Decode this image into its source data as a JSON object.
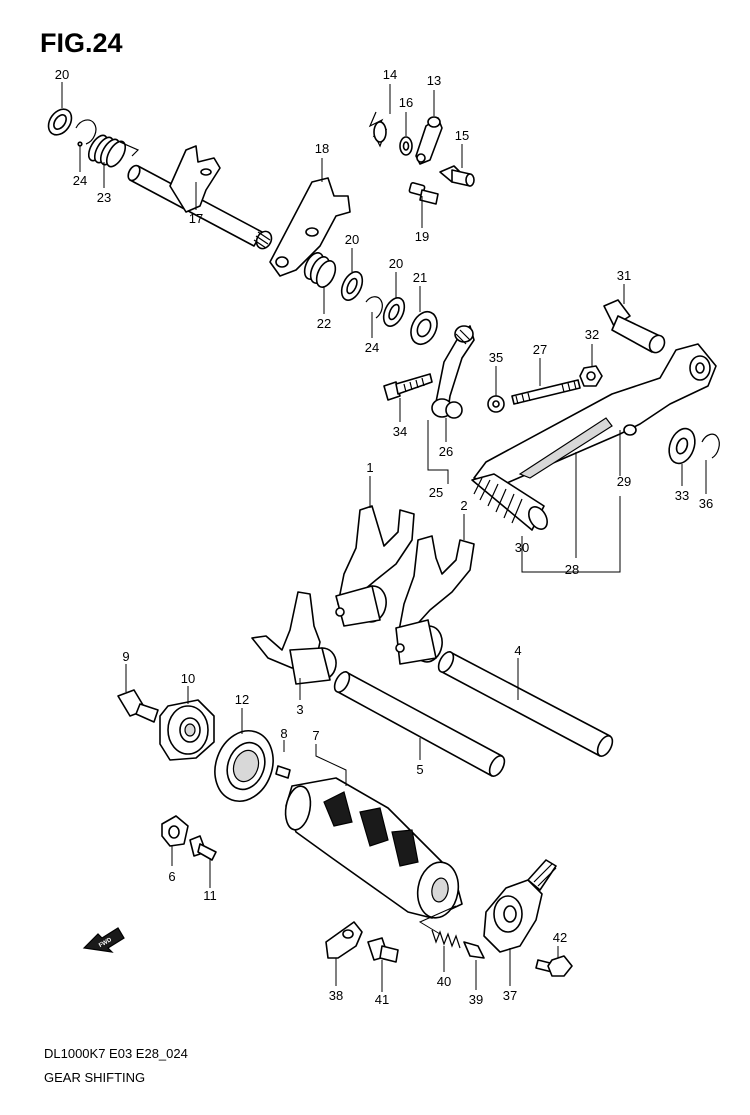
{
  "figure": {
    "title": "FIG.24",
    "footer_code": "DL1000K7 E03 E28_024",
    "footer_name": "GEAR SHIFTING",
    "fwd_label": "FWD"
  },
  "callouts": [
    "1",
    "2",
    "3",
    "4",
    "5",
    "6",
    "7",
    "8",
    "9",
    "10",
    "11",
    "12",
    "13",
    "14",
    "15",
    "16",
    "17",
    "18",
    "19",
    "20",
    "20",
    "20",
    "21",
    "22",
    "23",
    "24",
    "24",
    "25",
    "26",
    "27",
    "28",
    "29",
    "30",
    "31",
    "32",
    "33",
    "34",
    "35",
    "36",
    "37",
    "38",
    "39",
    "40",
    "41",
    "42"
  ]
}
